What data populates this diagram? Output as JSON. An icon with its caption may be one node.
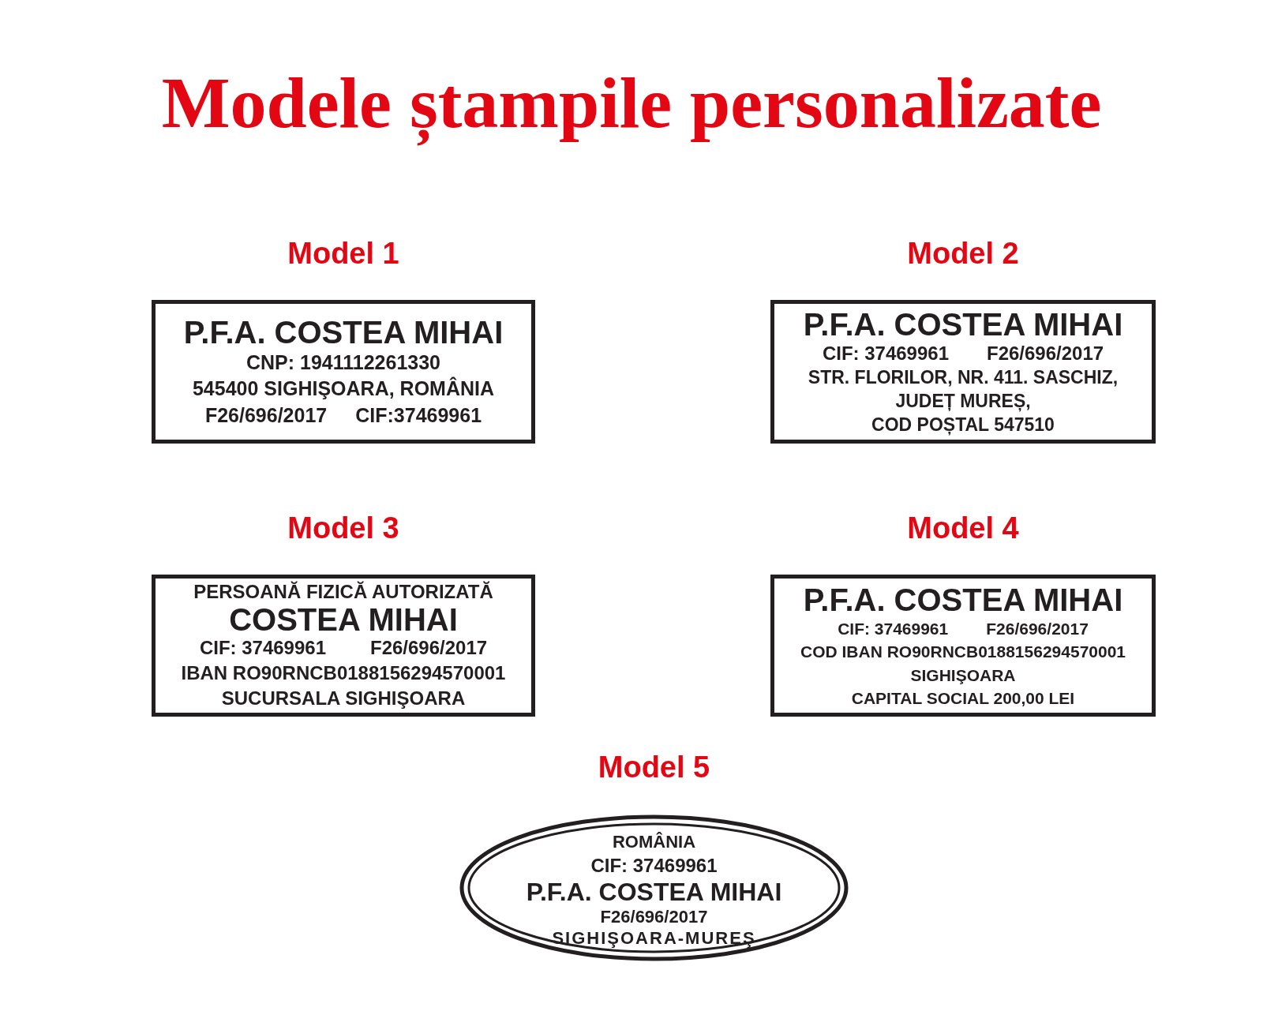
{
  "diagram": {
    "title": "Modele ștampile personalizate",
    "nodes": [
      {
        "text": [
          "Model 1",
          "P.F.A. COSTEA MIHAI",
          "CNP: 1941112261330",
          "545400 SIGHIŞOARA, ROMÂNIA",
          "F26/696/2017",
          "CIF:37469961"
        ]
      },
      {
        "text": [
          "Model 2",
          "P.F.A. COSTEA MIHAI",
          "CIF: 37469961",
          "F26/696/2017",
          "STR. FLORILOR, NR. 411. SASCHIZ,",
          "JUDEȚ MUREȘ,",
          "COD POȘTAL 547510"
        ]
      },
      {
        "text": [
          "Model 3",
          "PERSOANĂ FIZICĂ AUTORIZATĂ",
          "COSTEA MIHAI",
          "CIF: 37469961",
          "F26/696/2017",
          "IBAN RO90RNCB0188156294570001",
          "SUCURSALA SIGHIŞOARA"
        ]
      },
      {
        "text": [
          "Model 4",
          "P.F.A. COSTEA MIHAI",
          "CIF: 37469961",
          "F26/696/2017",
          "COD IBAN RO90RNCB0188156294570001",
          "SIGHIŞOARA",
          "CAPITAL SOCIAL 200,00 LEI"
        ]
      },
      {
        "text": [
          "Model 5",
          "ROMÂNIA",
          "CIF: 37469961",
          "P.F.A. COSTEA MIHAI",
          "F26/696/2017",
          "SIGHIŞOARA-MUREŞ"
        ]
      }
    ]
  }
}
